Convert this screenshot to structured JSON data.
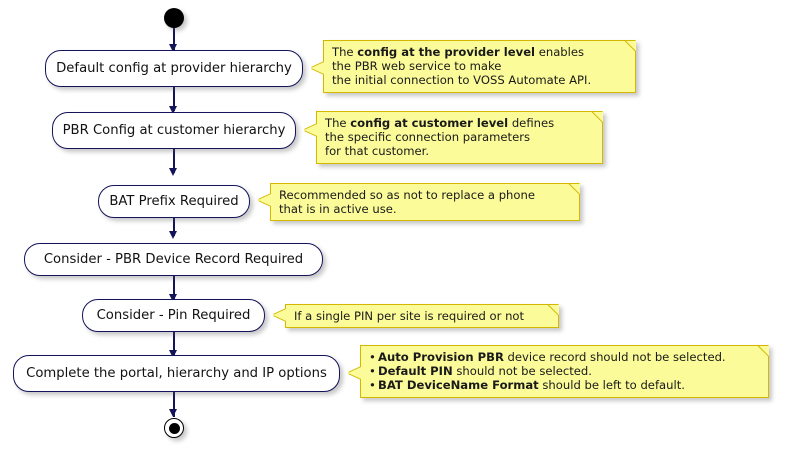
{
  "diagram": {
    "type": "uml-activity-diagram",
    "colors": {
      "node_border": "#14145A",
      "node_fill": "#FFFFFF",
      "note_fill": "#FBFB99",
      "note_border": "#D4B700",
      "connector": "#14145A",
      "terminal": "#000000",
      "background": "#FFFFFF"
    },
    "start_node": {
      "name": "start"
    },
    "end_node": {
      "name": "end"
    },
    "nodes": [
      {
        "id": "n1",
        "label": "Default config at provider hierarchy"
      },
      {
        "id": "n2",
        "label": "PBR Config at customer hierarchy"
      },
      {
        "id": "n3",
        "label": "BAT Prefix Required"
      },
      {
        "id": "n4",
        "label": "Consider - PBR Device Record Required"
      },
      {
        "id": "n5",
        "label": "Consider - Pin Required"
      },
      {
        "id": "n6",
        "label": "Complete the portal, hierarchy and IP options"
      }
    ],
    "notes": [
      {
        "id": "note1",
        "attached_to": "n1",
        "lines": [
          {
            "pre": "The ",
            "bold": "config at the provider level",
            "post": " enables"
          },
          {
            "pre": "the PBR web service to make",
            "bold": "",
            "post": ""
          },
          {
            "pre": "the initial connection to VOSS Automate API.",
            "bold": "",
            "post": ""
          }
        ]
      },
      {
        "id": "note2",
        "attached_to": "n2",
        "lines": [
          {
            "pre": "The ",
            "bold": "config at customer level",
            "post": " defines"
          },
          {
            "pre": "the specific connection parameters",
            "bold": "",
            "post": ""
          },
          {
            "pre": "for that customer.",
            "bold": "",
            "post": ""
          }
        ]
      },
      {
        "id": "note3",
        "attached_to": "n3",
        "lines": [
          {
            "pre": "Recommended so as not to replace a phone",
            "bold": "",
            "post": ""
          },
          {
            "pre": "that is in active use.",
            "bold": "",
            "post": ""
          }
        ]
      },
      {
        "id": "note4",
        "attached_to": "n5",
        "lines": [
          {
            "pre": "If a single PIN per site is required or not",
            "bold": "",
            "post": ""
          }
        ]
      },
      {
        "id": "note5",
        "attached_to": "n6",
        "bulleted": true,
        "lines": [
          {
            "pre": "",
            "bold": "Auto Provision PBR",
            "post": " device record should not be selected."
          },
          {
            "pre": "",
            "bold": "Default PIN",
            "post": " should not be selected."
          },
          {
            "pre": "",
            "bold": "BAT DeviceName Format",
            "post": " should be left to default."
          }
        ]
      }
    ]
  }
}
